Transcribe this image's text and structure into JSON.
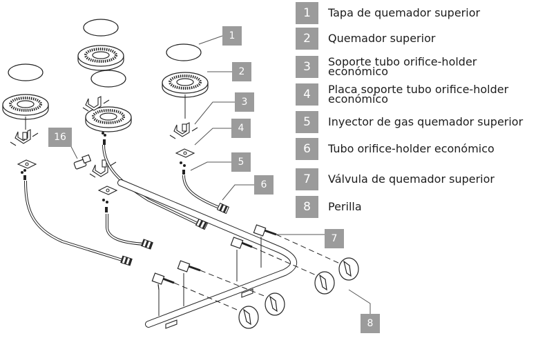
{
  "legend": [
    {
      "number": "1",
      "label": "Tapa de quemador superior"
    },
    {
      "number": "2",
      "label": "Quemador superior"
    },
    {
      "number": "3",
      "label": "Soporte tubo orifice-holder\neconómico"
    },
    {
      "number": "4",
      "label": "Placa soporte tubo orifice-holder\neconómico"
    },
    {
      "number": "5",
      "label": "Inyector de gas quemador superior"
    },
    {
      "number": "6",
      "label": "Tubo orifice-holder económico"
    },
    {
      "number": "7",
      "label": "Válvula de quemador superior"
    },
    {
      "number": "8",
      "label": "Perilla"
    }
  ],
  "callouts": [
    "1",
    "2",
    "3",
    "4",
    "5",
    "6",
    "7",
    "8",
    "16"
  ]
}
